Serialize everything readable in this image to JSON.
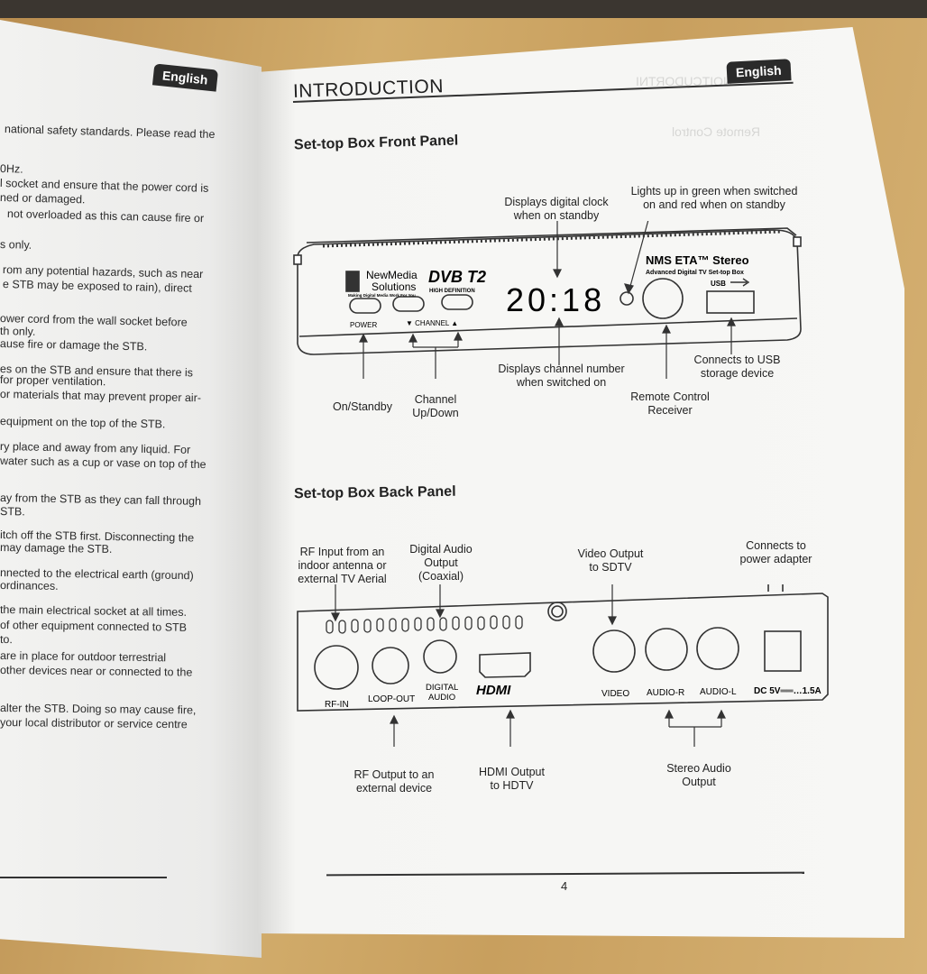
{
  "left_page": {
    "lang_tab": "English",
    "lines": [
      "national safety standards. Please read the",
      "0Hz.",
      "l socket and ensure that the power cord is",
      "ned or damaged.",
      "not overloaded as this can cause fire or",
      "s only.",
      "rom any potential hazards, such as near",
      "e STB may be exposed to rain), direct",
      "ower cord from the wall socket before",
      "th only.",
      "ause fire or damage the STB.",
      "es on the STB and ensure that there is",
      "for proper ventilation.",
      "or materials that may prevent proper air-",
      "equipment on the top of the STB.",
      "ry place and away from any liquid. For",
      "water such as a cup or vase on top of the",
      "ay from the STB as they can fall through",
      "STB.",
      "itch off the STB first. Disconnecting the",
      "may damage the STB.",
      "nnected to the electrical earth (ground)",
      "ordinances.",
      "the main electrical socket at all times.",
      "of other equipment connected to STB",
      "to.",
      "are in place for outdoor terrestrial",
      "other devices near or connected to the",
      "alter the STB. Doing so may cause fire,",
      "your local distributor or service centre"
    ]
  },
  "right_page": {
    "lang_tab": "English",
    "title": "INTRODUCTION",
    "page_number": "4",
    "front_panel": {
      "heading": "Set-top Box Front Panel",
      "brand_name_line1": "NewMedia",
      "brand_name_line2": "Solutions",
      "brand_tagline": "Making Digital Media Work For You",
      "dvb_logo": "DVB T2",
      "dvb_sub": "HIGH DEFINITION",
      "model_name": "NMS ETA™ Stereo",
      "model_sub": "Advanced Digital TV Set-top Box",
      "usb_label": "USB",
      "display": "20:18",
      "power_label": "POWER",
      "channel_label": "▼ CHANNEL ▲",
      "labels": {
        "clock": [
          "Displays digital clock",
          "when on standby"
        ],
        "led": [
          "Lights up in green when switched",
          "on and red when on standby"
        ],
        "channel_number": [
          "Displays channel number",
          "when switched on"
        ],
        "usb": [
          "Connects to USB",
          "storage device"
        ],
        "standby": [
          "On/Standby"
        ],
        "channel": [
          "Channel",
          "Up/Down"
        ],
        "remote": [
          "Remote Control",
          "Receiver"
        ]
      }
    },
    "back_panel": {
      "heading": "Set-top Box Back Panel",
      "ports": {
        "rf_in": "RF-IN",
        "loop_out": "LOOP-OUT",
        "digital_audio": [
          "DIGITAL",
          "AUDIO"
        ],
        "hdmi": "HDMI",
        "video": "VIDEO",
        "audio_r": "AUDIO-R",
        "audio_l": "AUDIO-L",
        "dc": "DC 5V══…1.5A"
      },
      "labels": {
        "rf_input": [
          "RF Input from an",
          "indoor antenna or",
          "external TV Aerial"
        ],
        "digital_audio_out": [
          "Digital Audio",
          "Output",
          "(Coaxial)"
        ],
        "video_out": [
          "Video Output",
          "to SDTV"
        ],
        "power_adapter": [
          "Connects to",
          "power adapter"
        ],
        "rf_output": [
          "RF Output to an",
          "external device"
        ],
        "hdmi_output": [
          "HDMI Output",
          "to HDTV"
        ],
        "stereo_audio": [
          "Stereo Audio",
          "Output"
        ]
      }
    }
  }
}
